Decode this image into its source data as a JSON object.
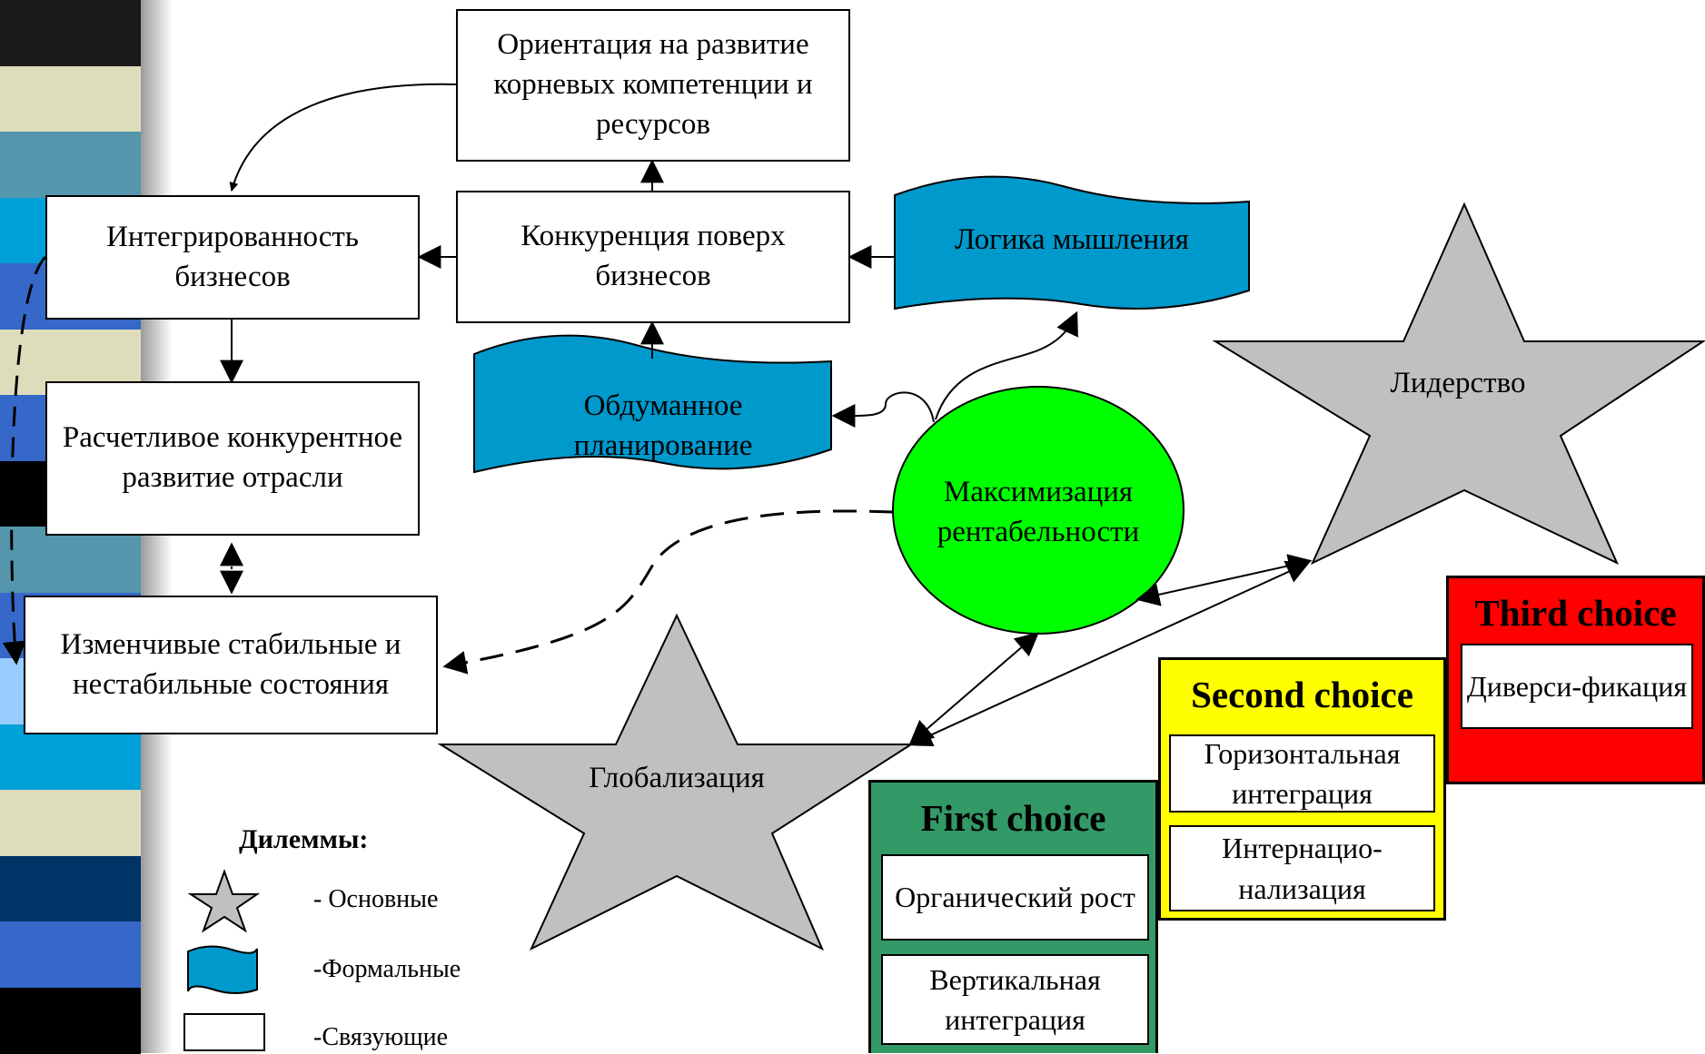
{
  "colors": {
    "wave_fill": "#0099cc",
    "star_fill": "#c0c0c0",
    "circle_fill": "#00ff00",
    "first_choice": "#339966",
    "second_choice": "#ffff00",
    "third_choice": "#ff0000",
    "stripes": [
      "#1a1a1a",
      "#ddddbb",
      "#5596ad",
      "#00a0d8",
      "#3568c8",
      "#ddddbb",
      "#3568c8",
      "#000000",
      "#5596ad",
      "#3568c8",
      "#99ccff",
      "#00a0d8",
      "#ddddbb",
      "#003366",
      "#3568c8",
      "#000000"
    ]
  },
  "boxes": {
    "orientation": "Ориентация на развитие корневых компетенции и ресурсов",
    "integration": "Интегрированность бизнесов",
    "competition": "Конкуренция поверх бизнесов",
    "calculated": "Расчетливое конкурентное развитие отрасли",
    "states": "Изменчивые стабильные и нестабильные состояния"
  },
  "waves": {
    "logic": "Логика мышления",
    "planning": "Обдуманное планирование"
  },
  "circle": {
    "label": "Максимизация рентабельности"
  },
  "stars": {
    "leadership": "Лидерство",
    "globalization": "Глобализация"
  },
  "choices": {
    "first": {
      "title": "First choice",
      "items": [
        "Органический рост",
        "Вертикальная интеграция"
      ]
    },
    "second": {
      "title": "Second choice",
      "items": [
        "Горизонтальная интеграция",
        "Интернацио-нализация"
      ]
    },
    "third": {
      "title": "Third choice",
      "items": [
        "Диверси-фикация"
      ]
    }
  },
  "legend": {
    "title": "Дилеммы:",
    "star": "- Основные",
    "wave": "-Формальные",
    "box": "-Связующие",
    "star_icon": "star-icon",
    "wave_icon": "wave-icon",
    "box_icon": "rectangle-icon"
  }
}
